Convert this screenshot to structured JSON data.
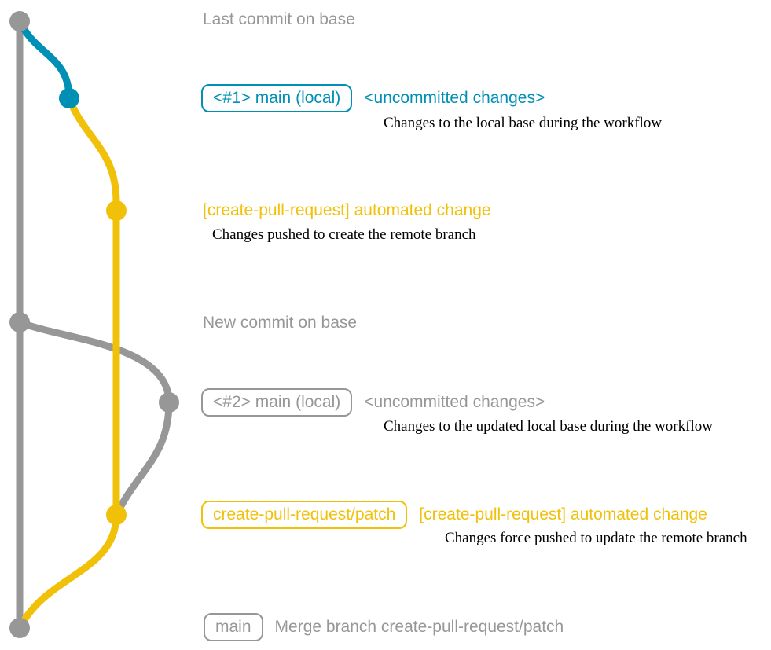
{
  "colors": {
    "gray": "#979797",
    "teal": "#008fb5",
    "yellow": "#f1c109",
    "ink": "#000000",
    "background": "#ffffff"
  },
  "milestones": {
    "last_commit": "Last commit on base",
    "new_commit": "New commit on base"
  },
  "annotations": {
    "step1": {
      "branch_badge": "<#1> main (local)",
      "status": "<uncommitted changes>",
      "description": "Changes to the local base during the workflow"
    },
    "step2": {
      "status": "[create-pull-request] automated change",
      "description": "Changes pushed to create the remote branch"
    },
    "step3": {
      "branch_badge": "<#2> main (local)",
      "status": "<uncommitted changes>",
      "description": "Changes to the updated local base during the workflow"
    },
    "step4": {
      "branch_badge": "create-pull-request/patch",
      "status": "[create-pull-request] automated change",
      "description": "Changes force pushed to update the remote branch"
    },
    "merge": {
      "branch_badge": "main",
      "status": "Merge branch create-pull-request/patch"
    }
  }
}
